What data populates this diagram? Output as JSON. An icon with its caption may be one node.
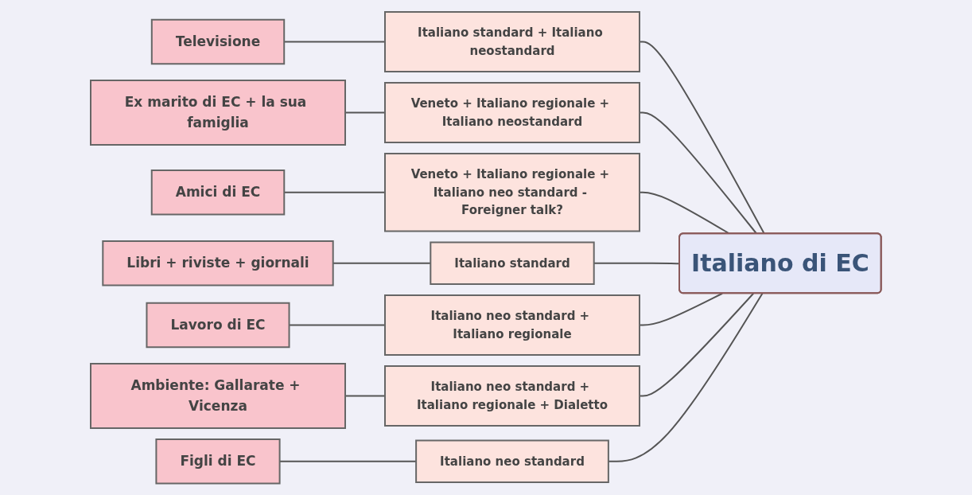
{
  "diagram": {
    "nodes": [
      {
        "text": [
          "Italiano di EC"
        ]
      },
      {
        "text": [
          "Televisione"
        ]
      },
      {
        "text": [
          "Italiano standard + Italiano neostandard"
        ]
      },
      {
        "text": [
          "Ex marito di EC + la sua famiglia"
        ]
      },
      {
        "text": [
          "Veneto + Italiano regionale + Italiano neostandard"
        ]
      },
      {
        "text": [
          "Amici di EC"
        ]
      },
      {
        "text": [
          "Veneto + Italiano regionale + Italiano neo standard - Foreigner talk?"
        ]
      },
      {
        "text": [
          "Libri + riviste + giornali"
        ]
      },
      {
        "text": [
          "Italiano standard"
        ]
      },
      {
        "text": [
          "Lavoro di EC"
        ]
      },
      {
        "text": [
          "Italiano neo standard + Italiano regionale"
        ]
      },
      {
        "text": [
          "Ambiente: Gallarate + Vicenza"
        ]
      },
      {
        "text": [
          "Italiano neo standard + Italiano regionale + Dialetto"
        ]
      },
      {
        "text": [
          "Figli di EC"
        ]
      },
      {
        "text": [
          "Italiano neo standard"
        ]
      }
    ],
    "edges": [
      {
        "from": 0,
        "to": 2,
        "arrow": "none"
      },
      {
        "from": 2,
        "to": 1,
        "arrow": "none"
      },
      {
        "from": 0,
        "to": 4,
        "arrow": "none"
      },
      {
        "from": 4,
        "to": 3,
        "arrow": "none"
      },
      {
        "from": 0,
        "to": 6,
        "arrow": "none"
      },
      {
        "from": 6,
        "to": 5,
        "arrow": "none"
      },
      {
        "from": 0,
        "to": 8,
        "arrow": "none"
      },
      {
        "from": 8,
        "to": 7,
        "arrow": "none"
      },
      {
        "from": 0,
        "to": 10,
        "arrow": "none"
      },
      {
        "from": 10,
        "to": 9,
        "arrow": "none"
      },
      {
        "from": 0,
        "to": 12,
        "arrow": "none"
      },
      {
        "from": 12,
        "to": 11,
        "arrow": "none"
      },
      {
        "from": 0,
        "to": 14,
        "arrow": "none"
      },
      {
        "from": 14,
        "to": 13,
        "arrow": "none"
      }
    ]
  }
}
